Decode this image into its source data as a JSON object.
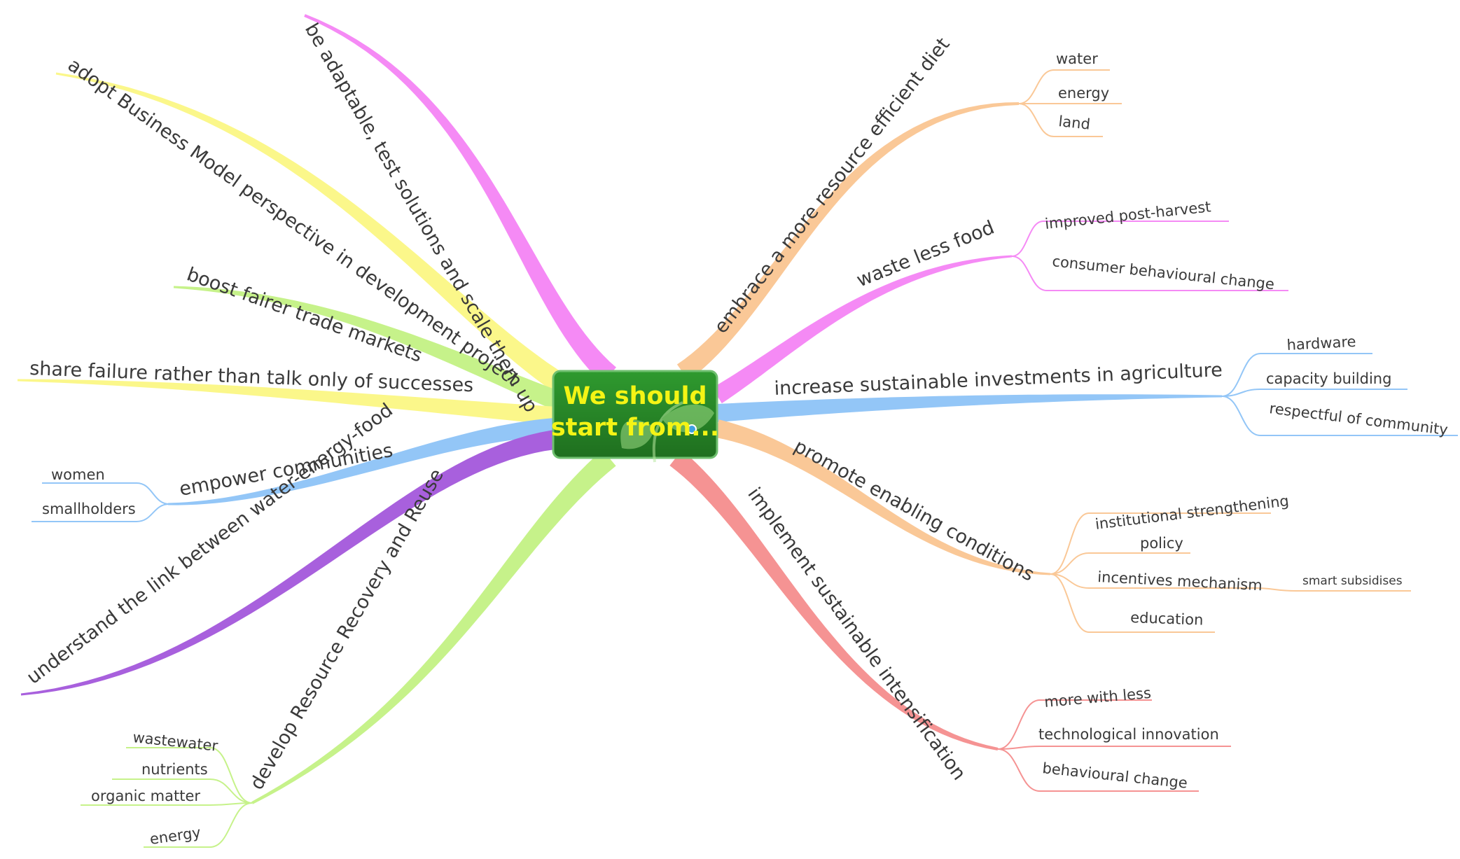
{
  "center": {
    "lines": [
      "We should",
      "start from..."
    ],
    "colors": {
      "box_top": "#2f9a2f",
      "box_bottom": "#1f6f1f",
      "text": "#f4f415",
      "border": "#6fbf6f"
    }
  },
  "branches": [
    {
      "id": "be-adaptable",
      "label": "be adaptable, test solutions and scale them up",
      "color": "#f58af5",
      "children": []
    },
    {
      "id": "adopt-business-model",
      "label": "adopt Business Model perspective in development project",
      "color": "#fbf78a",
      "children": []
    },
    {
      "id": "boost-fairer-trade",
      "label": "boost fairer trade markets",
      "color": "#c6f28a",
      "children": []
    },
    {
      "id": "share-failure",
      "label": "share failure rather than talk only of successes",
      "color": "#fbf78a",
      "children": []
    },
    {
      "id": "empower-communities",
      "label": "empower communities",
      "color": "#93c6f7",
      "children": [
        {
          "label": "women"
        },
        {
          "label": "smallholders"
        }
      ]
    },
    {
      "id": "water-energy-food",
      "label": "understand the link between water-energy-food",
      "color": "#a860dd",
      "children": []
    },
    {
      "id": "resource-recovery",
      "label": "develop Resource Recovery and Reuse",
      "color": "#c6f28a",
      "children": [
        {
          "label": "wastewater"
        },
        {
          "label": "nutrients"
        },
        {
          "label": "organic matter"
        },
        {
          "label": "energy"
        }
      ]
    },
    {
      "id": "efficient-diet",
      "label": "embrace a more resource efficient diet",
      "color": "#fac897",
      "children": [
        {
          "label": "water"
        },
        {
          "label": "energy"
        },
        {
          "label": "land"
        }
      ]
    },
    {
      "id": "waste-less-food",
      "label": "waste less food",
      "color": "#f58af5",
      "children": [
        {
          "label": "improved post-harvest"
        },
        {
          "label": "consumer behavioural change"
        }
      ]
    },
    {
      "id": "sustainable-investments",
      "label": "increase sustainable investments in agriculture",
      "color": "#93c6f7",
      "children": [
        {
          "label": "hardware"
        },
        {
          "label": "capacity building"
        },
        {
          "label": "respectful of community"
        }
      ]
    },
    {
      "id": "enabling-conditions",
      "label": "promote enabling conditions",
      "color": "#fac897",
      "children": [
        {
          "label": "institutional strengthening"
        },
        {
          "label": "policy"
        },
        {
          "label": "incentives mechanism",
          "children": [
            {
              "label": "smart subsidises"
            }
          ]
        },
        {
          "label": "education"
        }
      ]
    },
    {
      "id": "sustainable-intensification",
      "label": "implement sustainable intensification",
      "color": "#f59393",
      "children": [
        {
          "label": "more with less"
        },
        {
          "label": "technological innovation"
        },
        {
          "label": "behavioural change"
        }
      ]
    }
  ]
}
